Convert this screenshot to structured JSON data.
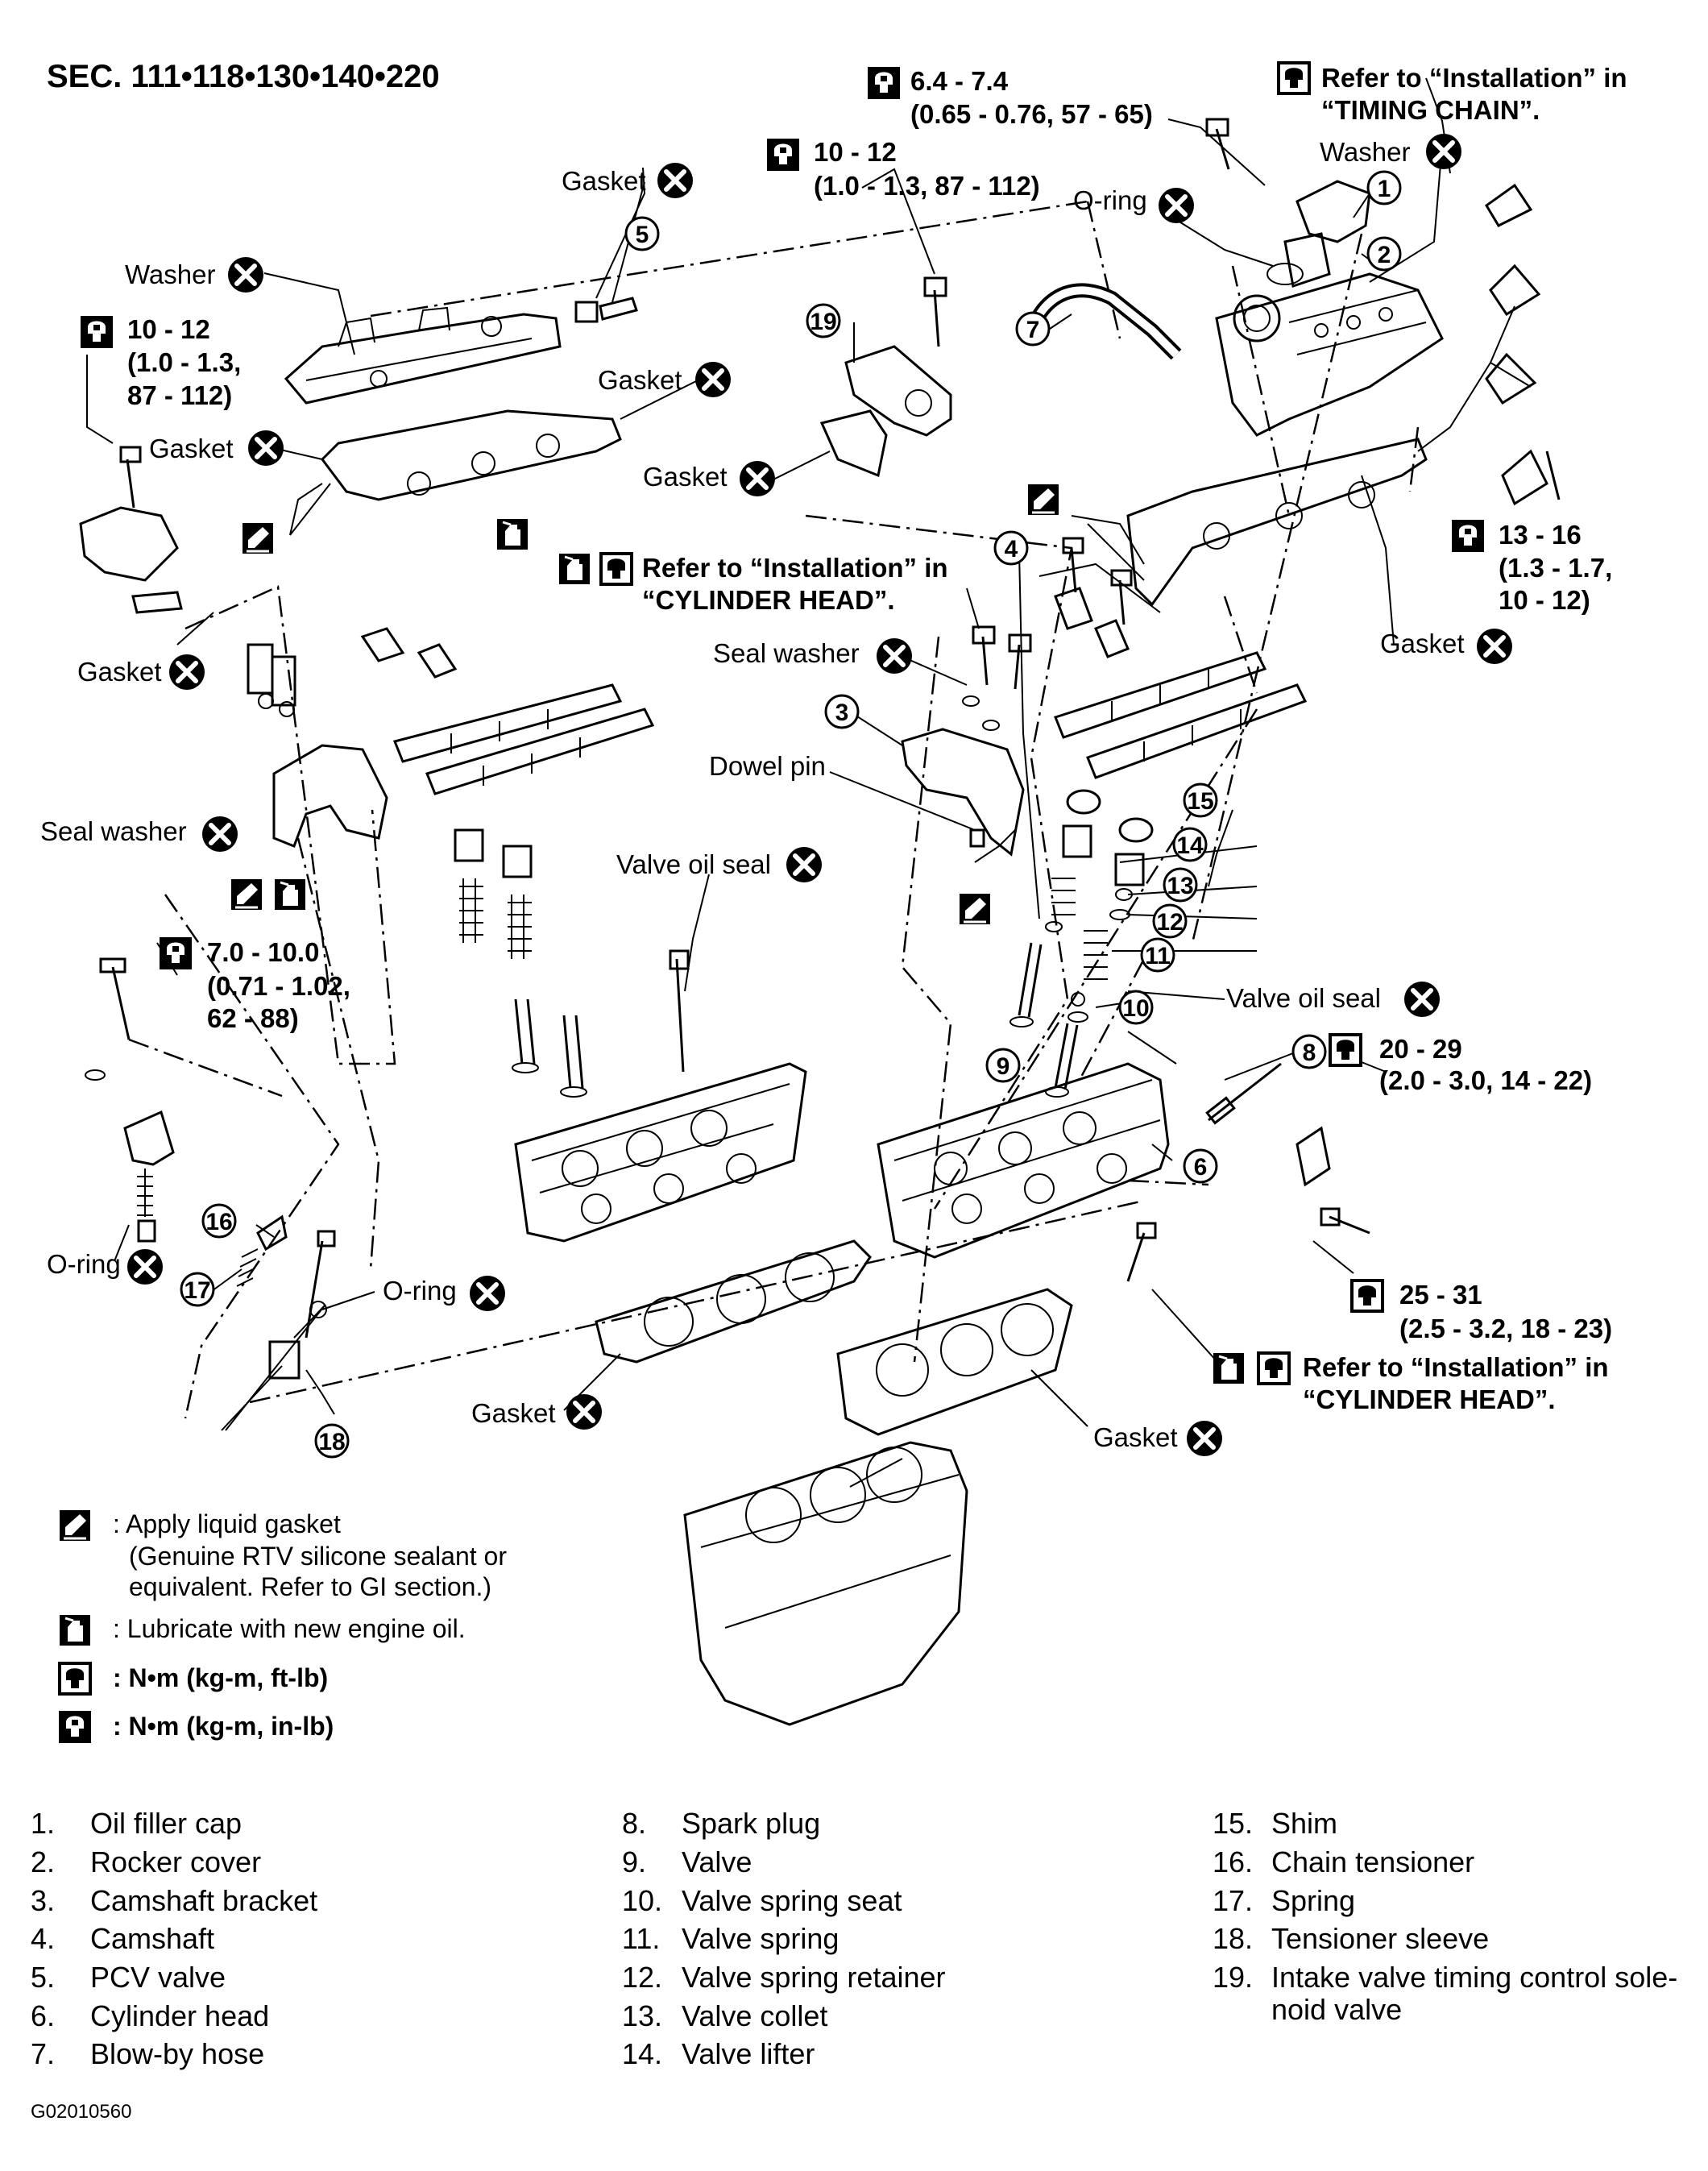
{
  "section": "SEC. 111•118•130•140•220",
  "figure_code": "G02010560",
  "labels": {
    "torque_solenoid_bolt": "6.4 - 7.4",
    "torque_solenoid_bolt_sub": "(0.65 - 0.76, 57 - 65)",
    "refer_timing_1": "Refer to “Installation” in",
    "refer_timing_2": "“TIMING CHAIN”.",
    "washer_right": "Washer",
    "gasket_pcv": "Gasket",
    "torque_19": "10 - 12",
    "torque_19_sub": "(1.0 - 1.3, 87 - 112)",
    "oring_top": "O-ring",
    "washer_left": "Washer",
    "torque_left_1": "10 - 12",
    "torque_left_2": "(1.0 - 1.3,",
    "torque_left_3": "87 - 112)",
    "gasket_left_cover": "Gasket",
    "gasket_left_gasket": "Gasket",
    "gasket_solenoid": "Gasket",
    "torque_right_cover_1": "13 - 16",
    "torque_right_cover_2": "(1.3 - 1.7,",
    "torque_right_cover_3": "10 - 12)",
    "refer_cyl_head_1": "Refer to “Installation” in",
    "refer_cyl_head_2": "“CYLINDER HEAD”.",
    "seal_washer_mid": "Seal washer",
    "gasket_right_cover": "Gasket",
    "gasket_sensor": "Gasket",
    "dowel_pin": "Dowel pin",
    "seal_washer_left": "Seal washer",
    "valve_oil_seal_left": "Valve oil seal",
    "torque_tensioner_1": "7.0 - 10.0",
    "torque_tensioner_2": "(0.71 - 1.02,",
    "torque_tensioner_3": "62 - 88)",
    "valve_oil_seal_right": "Valve oil seal",
    "torque_spark_1": "20 - 29",
    "torque_spark_2": "(2.0 - 3.0, 14 - 22)",
    "oring_left": "O-ring",
    "oring_bottom": "O-ring",
    "torque_bracket_1": "25 - 31",
    "torque_bracket_2": "(2.5 - 3.2, 18 - 23)",
    "refer_cyl_head_b1": "Refer to “Installation” in",
    "refer_cyl_head_b2": "“CYLINDER HEAD”.",
    "gasket_head_left": "Gasket",
    "gasket_head_right": "Gasket"
  },
  "callouts": [
    "1",
    "2",
    "3",
    "4",
    "5",
    "6",
    "7",
    "8",
    "9",
    "10",
    "11",
    "12",
    "13",
    "14",
    "15",
    "16",
    "17",
    "18",
    "19"
  ],
  "legend": [
    {
      "icon": "liquid-gasket-icon",
      "text_1": ": Apply liquid gasket",
      "text_2": "(Genuine RTV silicone sealant or",
      "text_3": "equivalent. Refer to GI section.)"
    },
    {
      "icon": "oil-can-icon",
      "text_1": ": Lubricate with new engine oil."
    },
    {
      "icon": "torque-ftlb-icon",
      "text_1": ": N•m (kg-m, ft-lb)"
    },
    {
      "icon": "torque-inlb-icon",
      "text_1": ": N•m (kg-m, in-lb)"
    }
  ],
  "parts": [
    {
      "num": "1.",
      "name": "Oil filler cap"
    },
    {
      "num": "2.",
      "name": "Rocker cover"
    },
    {
      "num": "3.",
      "name": "Camshaft bracket"
    },
    {
      "num": "4.",
      "name": "Camshaft"
    },
    {
      "num": "5.",
      "name": "PCV valve"
    },
    {
      "num": "6.",
      "name": "Cylinder head"
    },
    {
      "num": "7.",
      "name": "Blow-by hose"
    },
    {
      "num": "8.",
      "name": "Spark plug"
    },
    {
      "num": "9.",
      "name": "Valve"
    },
    {
      "num": "10.",
      "name": "Valve spring seat"
    },
    {
      "num": "11.",
      "name": "Valve spring"
    },
    {
      "num": "12.",
      "name": "Valve spring retainer"
    },
    {
      "num": "13.",
      "name": "Valve collet"
    },
    {
      "num": "14.",
      "name": "Valve lifter"
    },
    {
      "num": "15.",
      "name": "Shim"
    },
    {
      "num": "16.",
      "name": "Chain tensioner"
    },
    {
      "num": "17.",
      "name": "Spring"
    },
    {
      "num": "18.",
      "name": "Tensioner sleeve"
    },
    {
      "num": "19.",
      "name": "Intake valve timing control sole-",
      "name_2": "noid valve"
    }
  ]
}
